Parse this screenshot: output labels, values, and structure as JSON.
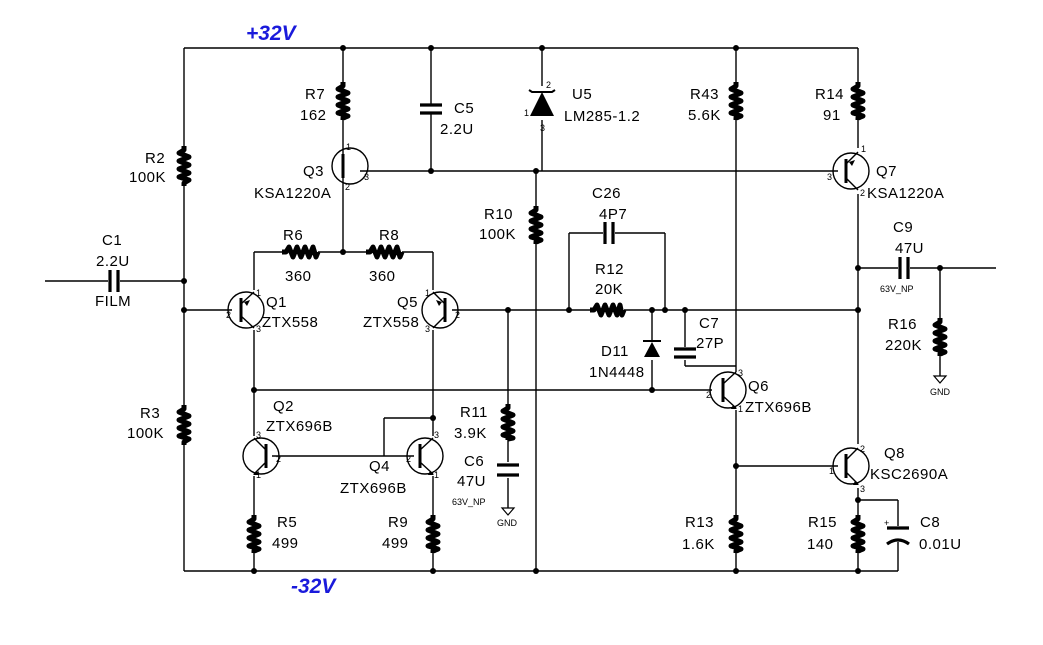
{
  "rails": {
    "positive": "+32V",
    "negative": "-32V"
  },
  "colors": {
    "rail_label": "#1a1adb",
    "wire": "#000000"
  },
  "components": {
    "R2": {
      "ref": "R2",
      "value": "100K"
    },
    "R3": {
      "ref": "R3",
      "value": "100K"
    },
    "R5": {
      "ref": "R5",
      "value": "499"
    },
    "R6": {
      "ref": "R6",
      "value": "360"
    },
    "R7": {
      "ref": "R7",
      "value": "162"
    },
    "R8": {
      "ref": "R8",
      "value": "360"
    },
    "R9": {
      "ref": "R9",
      "value": "499"
    },
    "R10": {
      "ref": "R10",
      "value": "100K"
    },
    "R11": {
      "ref": "R11",
      "value": "3.9K"
    },
    "R12": {
      "ref": "R12",
      "value": "20K"
    },
    "R13": {
      "ref": "R13",
      "value": "1.6K"
    },
    "R14": {
      "ref": "R14",
      "value": "91"
    },
    "R15": {
      "ref": "R15",
      "value": "140"
    },
    "R16": {
      "ref": "R16",
      "value": "220K"
    },
    "R43": {
      "ref": "R43",
      "value": "5.6K"
    },
    "C1": {
      "ref": "C1",
      "value": "2.2U",
      "note": "FILM"
    },
    "C5": {
      "ref": "C5",
      "value": "2.2U"
    },
    "C6": {
      "ref": "C6",
      "value": "47U",
      "note": "63V_NP"
    },
    "C7": {
      "ref": "C7",
      "value": "27P"
    },
    "C8": {
      "ref": "C8",
      "value": "0.01U"
    },
    "C9": {
      "ref": "C9",
      "value": "47U",
      "note": "63V_NP"
    },
    "C26": {
      "ref": "C26",
      "value": "4P7"
    },
    "Q1": {
      "ref": "Q1",
      "value": "ZTX558"
    },
    "Q2": {
      "ref": "Q2",
      "value": "ZTX696B"
    },
    "Q3": {
      "ref": "Q3",
      "value": "KSA1220A"
    },
    "Q4": {
      "ref": "Q4",
      "value": "ZTX696B"
    },
    "Q5": {
      "ref": "Q5",
      "value": "ZTX558"
    },
    "Q6": {
      "ref": "Q6",
      "value": "ZTX696B"
    },
    "Q7": {
      "ref": "Q7",
      "value": "KSA1220A"
    },
    "Q8": {
      "ref": "Q8",
      "value": "KSC2690A"
    },
    "D11": {
      "ref": "D11",
      "value": "1N4448"
    },
    "U5": {
      "ref": "U5",
      "value": "LM285-1.2"
    }
  },
  "gnd_label": "GND",
  "pins": {
    "p1": "1",
    "p2": "2",
    "p3": "3"
  },
  "plus_mark": "+"
}
